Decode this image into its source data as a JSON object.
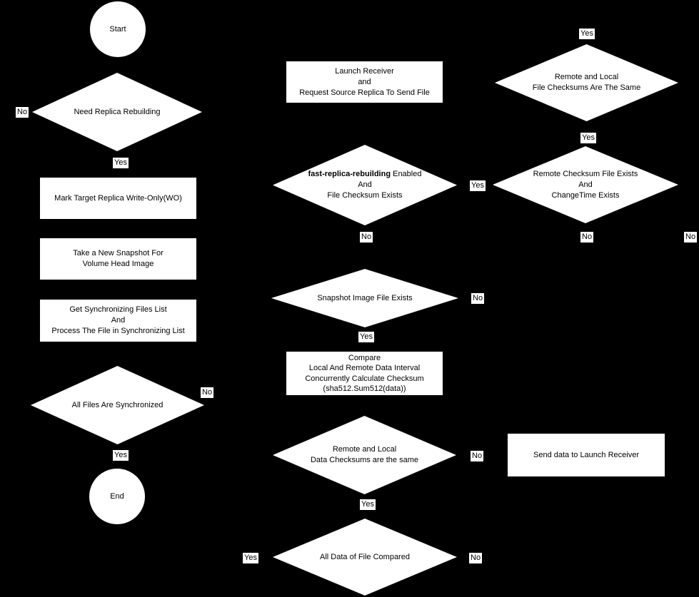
{
  "colors": {
    "background": "#000000",
    "node_fill": "#ffffff",
    "node_text": "#000000",
    "label_bg": "#ffffff",
    "label_text": "#000000"
  },
  "nodes": {
    "start": {
      "label": "Start"
    },
    "end": {
      "label": "End"
    },
    "need_replica_rebuilding": {
      "lines": [
        "Need Replica Rebuilding"
      ]
    },
    "mark_target_replica": {
      "lines": [
        "Mark Target Replica Write-Only(WO)"
      ]
    },
    "take_new_snapshot": {
      "lines": [
        "Take a New Snapshot For",
        "Volume Head Image"
      ]
    },
    "get_sync_files": {
      "lines": [
        "Get Synchronizing Files List",
        "And",
        "Process The File in Synchronizing List"
      ]
    },
    "all_files_synchronized": {
      "lines": [
        "All Files Are Synchronized"
      ]
    },
    "launch_receiver": {
      "lines": [
        "Launch Receiver",
        "and",
        "Request Source Replica To Send File"
      ]
    },
    "fast_replica_rebuilding": {
      "bold": "fast-replica-rebuilding",
      "after_bold": " Enabled",
      "lines": [
        "And",
        "File Checksum Exists"
      ]
    },
    "snapshot_image_exists": {
      "lines": [
        "Snapshot Image File Exists"
      ]
    },
    "compare_checksum": {
      "lines": [
        "Compare",
        "Local And Remote Data Interval",
        "Concurrently Calculate Checksum",
        "(sha512.Sum512(data))"
      ]
    },
    "remote_local_data_checksums": {
      "lines": [
        "Remote and Local",
        "Data Checksums are the same"
      ]
    },
    "all_data_compared": {
      "lines": [
        "All Data of File Compared"
      ]
    },
    "remote_local_file_checksums": {
      "lines": [
        "Remote and Local",
        "File Checksums Are The Same"
      ]
    },
    "remote_checksum_file_exists": {
      "lines": [
        "Remote Checksum File Exists",
        "And",
        "ChangeTime Exists"
      ]
    },
    "send_data": {
      "lines": [
        "Send data to Launch Receiver"
      ]
    }
  },
  "edge_labels": {
    "need_replica_no": "No",
    "need_replica_yes": "Yes",
    "all_files_no": "No",
    "all_files_yes": "Yes",
    "fast_replica_yes": "Yes",
    "fast_replica_no": "No",
    "snapshot_no": "No",
    "snapshot_yes": "Yes",
    "data_checksums_no": "No",
    "data_checksums_yes": "Yes",
    "all_data_yes": "Yes",
    "all_data_no": "No",
    "file_checksums_yes_top": "Yes",
    "file_checksums_yes_bottom": "Yes",
    "remote_checksum_no_bottom": "No",
    "remote_checksum_no_right": "No"
  }
}
